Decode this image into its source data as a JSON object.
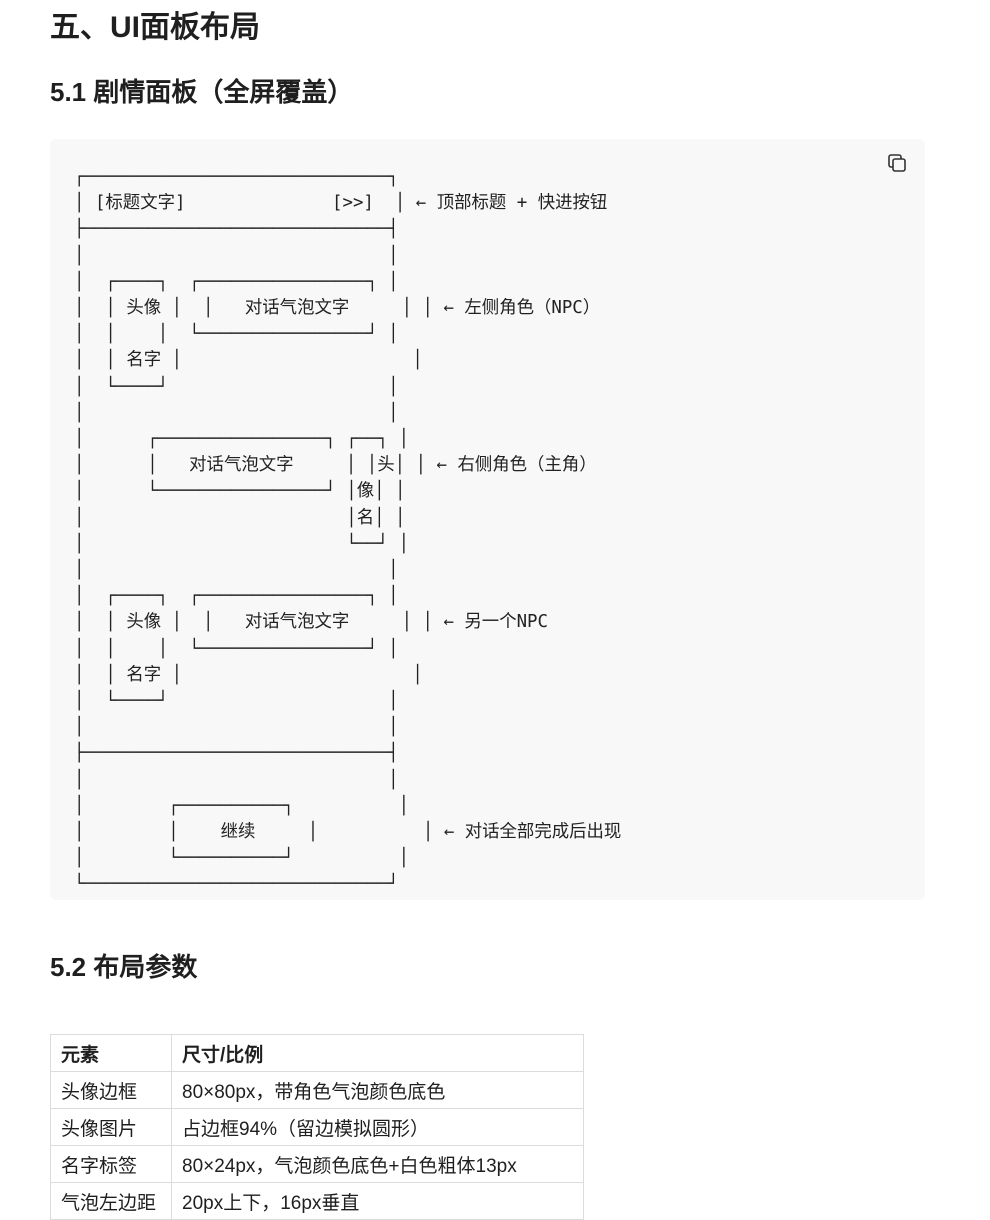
{
  "section_title": "五、UI面板布局",
  "subsection_1": "5.1 剧情面板（全屏覆盖）",
  "code_block": {
    "copy_icon": "copy-icon",
    "ascii_art": "┌─────────────────────────────┐\n│ [标题文字]              [>>]  │ ← 顶部标题 + 快进按钮\n├─────────────────────────────┤\n│                             │\n│  ┌────┐  ┌────────────────┐ │\n│  │ 头像 │  │   对话气泡文字     │ │ ← 左侧角色（NPC）\n│  │    │  └────────────────┘ │\n│  │ 名字 │                      │\n│  └────┘                     │\n│                             │\n│      ┌────────────────┐ ┌──┐ │\n│      │   对话气泡文字     │ │头│ │ ← 右侧角色（主角）\n│      └────────────────┘ │像│ │\n│                         │名│ │\n│                         └──┘ │\n│                             │\n│  ┌────┐  ┌────────────────┐ │\n│  │ 头像 │  │   对话气泡文字     │ │ ← 另一个NPC\n│  │    │  └────────────────┘ │\n│  │ 名字 │                      │\n│  └────┘                     │\n│                             │\n├─────────────────────────────┤\n│                             │\n│        ┌──────────┐          │\n│        │    继续     │          │ ← 对话全部完成后出现\n│        └──────────┘          │\n└─────────────────────────────┘"
  },
  "subsection_2": "5.2 布局参数",
  "table": {
    "headers": [
      "元素",
      "尺寸/比例"
    ],
    "rows": [
      [
        "头像边框",
        "80×80px，带角色气泡颜色底色"
      ],
      [
        "头像图片",
        "占边框94%（留边模拟圆形）"
      ],
      [
        "名字标签",
        "80×24px，气泡颜色底色+白色粗体13px"
      ],
      [
        "气泡左边距",
        "20px上下，16px垂直"
      ]
    ]
  }
}
